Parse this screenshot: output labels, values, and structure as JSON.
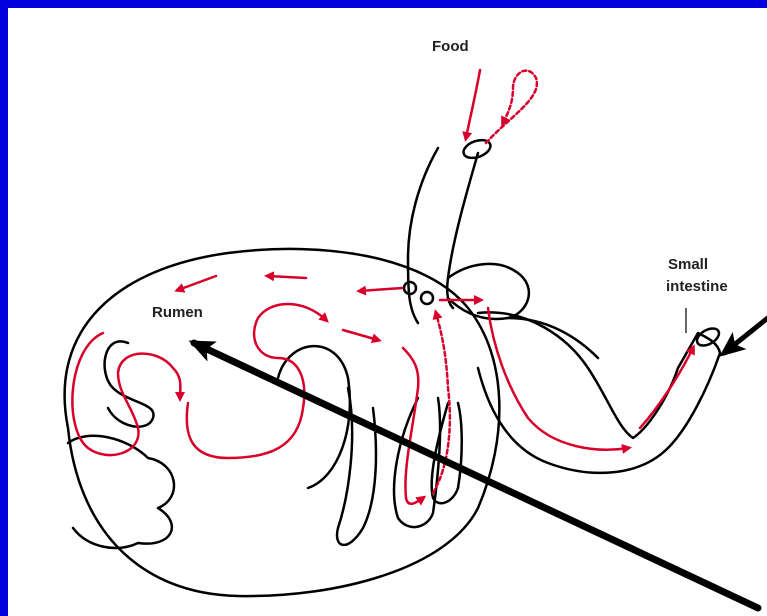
{
  "diagram": {
    "labels": {
      "food": "Food",
      "rumen": "Rumen",
      "small_intestine_line1": "Small",
      "small_intestine_line2": "intestine"
    },
    "colors": {
      "background_frame": "#0000dd",
      "canvas": "#ffffff",
      "outline": "#000000",
      "flow_arrows": "#d8002a",
      "pointer_arrows": "#000000"
    }
  }
}
